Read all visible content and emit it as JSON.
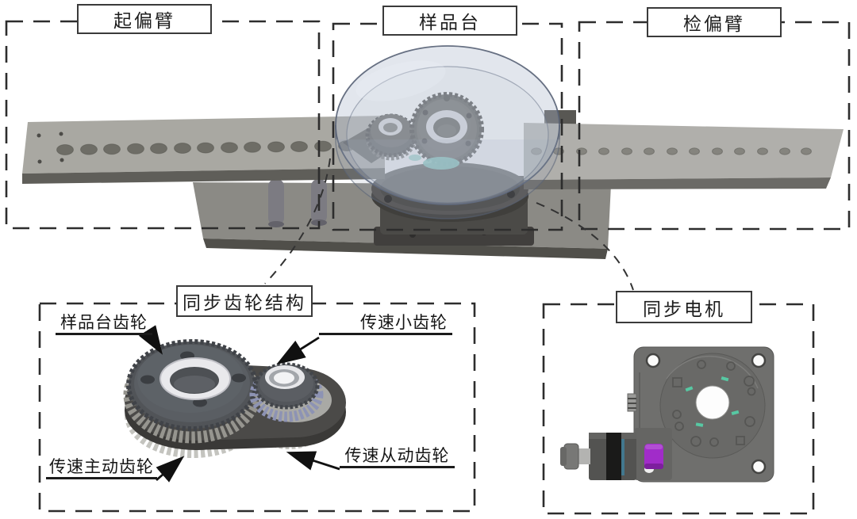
{
  "diagram": {
    "background": "#ffffff",
    "dash_color": "#2d2d2d",
    "top_sections": [
      {
        "id": "polarizer_arm",
        "label": "起偏臂"
      },
      {
        "id": "sample_stage",
        "label": "样品台"
      },
      {
        "id": "analyzer_arm",
        "label": "检偏臂"
      }
    ],
    "detail_sections": [
      {
        "id": "gear_structure",
        "label": "同步齿轮结构"
      },
      {
        "id": "sync_motor",
        "label": "同步电机"
      }
    ],
    "gear_annotations": {
      "sample_stage_gear": "样品台齿轮",
      "small_gear": "传速小齿轮",
      "driving_gear": "传速主动齿轮",
      "driven_gear": "传速从动齿轮"
    },
    "colors": {
      "coupling_purple": "#a12cc9",
      "teal_accent": "#72c8ba",
      "metal_silver": "#e9e9ec",
      "gear_dark": "#55585c",
      "arm_grey": "#a9a8a2"
    }
  }
}
